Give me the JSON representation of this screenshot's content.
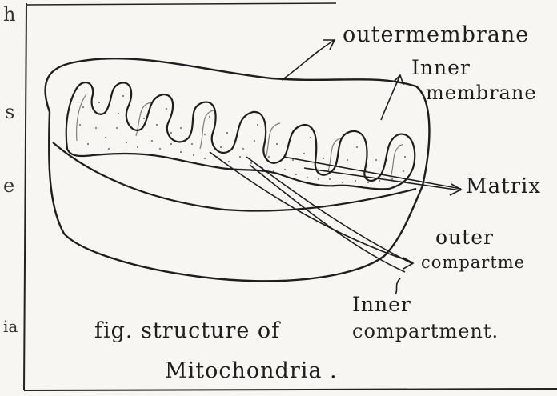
{
  "labels": {
    "outer_membrane": "outermembrane",
    "inner_membrane_line1": "Inner",
    "inner_membrane_line2": "membrane",
    "matrix": "Matrix",
    "outer_compartment_line1": "outer",
    "outer_compartment_line2": "compartme",
    "inner_compartment_line1": "Inner",
    "inner_compartment_line2": "compartment."
  },
  "caption": {
    "line1": "fig. structure of",
    "line2": "Mitochondria ."
  },
  "margin_fragments": {
    "top": "h",
    "middle": "s",
    "lower": "e",
    "bottom": "ia"
  },
  "colors": {
    "paper": "#f7f6f2",
    "ink": "#1e1e1e"
  }
}
